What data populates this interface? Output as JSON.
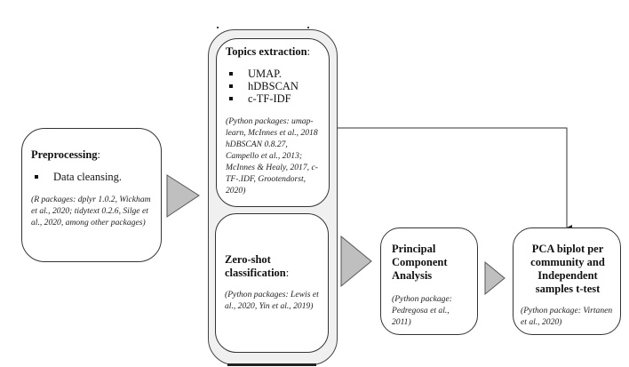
{
  "nodes": {
    "preprocessing": {
      "title": "Preprocessing",
      "title_suffix": ":",
      "bullets": [
        "Data cleansing."
      ],
      "citation": "(R packages: dplyr 1.0.2, Wickham et al., 2020; tidytext 0.2.6, Silge et al., 2020, among other packages)"
    },
    "topics_extraction": {
      "title": "Topics extraction",
      "title_suffix": ":",
      "bullets": [
        "UMAP.",
        "hDBSCAN",
        "c-TF-IDF"
      ],
      "citation": "(Python packages: umap-learn, McInnes et al., 2018 hDBSCAN 0.8.27, Campello et al., 2013; McInnes & Healy, 2017, c-TF-.IDF, Grootendorst, 2020)"
    },
    "zero_shot": {
      "title": "Zero-shot classification",
      "title_suffix": ":",
      "citation": "(Python packages: Lewis et al., 2020, Yin et al., 2019)"
    },
    "pca": {
      "title": "Principal Component Analysis",
      "citation": "(Python package: Pedregosa et al., 2011)"
    },
    "biplot_ttest": {
      "title": "PCA biplot per community and Independent samples t-test",
      "citation": "(Python package: Virtanen et al., 2020)"
    }
  },
  "edges": [
    {
      "from": "preprocessing",
      "to": "topics_and_zero_shot_group",
      "style": "chevron"
    },
    {
      "from": "zero_shot",
      "to": "pca",
      "style": "chevron"
    },
    {
      "from": "pca",
      "to": "biplot_ttest",
      "style": "chevron"
    },
    {
      "from": "topics_extraction",
      "to": "biplot_ttest",
      "style": "elbow-arrow"
    }
  ],
  "colors": {
    "chevron_fill": "#bfbfbf",
    "group_fill": "#f0f0f0",
    "stroke": "#333333"
  }
}
